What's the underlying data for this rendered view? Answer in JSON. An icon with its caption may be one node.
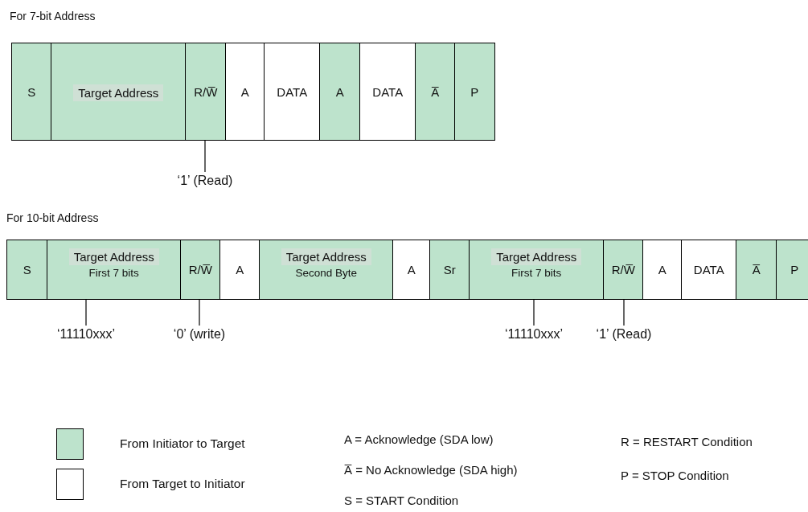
{
  "diagram": {
    "nodes": [
      {
        "text": [
          "S"
        ]
      },
      {
        "text": [
          "Target Address"
        ]
      },
      {
        "text": [
          "R/W̅"
        ]
      },
      {
        "text": [
          "A"
        ]
      },
      {
        "text": [
          "DATA"
        ]
      },
      {
        "text": [
          "A"
        ]
      },
      {
        "text": [
          "DATA"
        ]
      },
      {
        "text": [
          "A̅"
        ]
      },
      {
        "text": [
          "P"
        ]
      },
      {
        "text": [
          "‘1’ (Read)"
        ]
      },
      {
        "text": [
          "S"
        ]
      },
      {
        "text": [
          "Target Address",
          "First 7 bits"
        ]
      },
      {
        "text": [
          "R/W̅"
        ]
      },
      {
        "text": [
          "A"
        ]
      },
      {
        "text": [
          "Target Address",
          "Second Byte"
        ]
      },
      {
        "text": [
          "A"
        ]
      },
      {
        "text": [
          "Sr"
        ]
      },
      {
        "text": [
          "Target Address",
          "First 7 bits"
        ]
      },
      {
        "text": [
          "R/W̅"
        ]
      },
      {
        "text": [
          "A"
        ]
      },
      {
        "text": [
          "DATA"
        ]
      },
      {
        "text": [
          "A̅"
        ]
      },
      {
        "text": [
          "P"
        ]
      },
      {
        "text": [
          "‘11110xxx’"
        ]
      },
      {
        "text": [
          "‘0’ (write)"
        ]
      },
      {
        "text": [
          "‘11110xxx’"
        ]
      },
      {
        "text": [
          "‘1’ (Read)"
        ]
      }
    ],
    "edges": [
      {
        "from": 9,
        "to": 2,
        "arrow": "none"
      },
      {
        "from": 23,
        "to": 11,
        "arrow": "none"
      },
      {
        "from": 24,
        "to": 12,
        "arrow": "none"
      },
      {
        "from": 25,
        "to": 17,
        "arrow": "none"
      },
      {
        "from": 26,
        "to": 18,
        "arrow": "none"
      }
    ],
    "labels": [
      "For 7-bit Address",
      "For 10-bit Address",
      "A = Acknowledge (SDA low)",
      "A̅ = No Acknowledge (SDA high)",
      "S = START Condition",
      "R = RESTART Condition",
      "P = STOP Condition"
    ],
    "legend": [
      {
        "text": "From Initiator to Target",
        "color": "#bde3cc"
      },
      {
        "text": "From Target to Initiator",
        "color": "#ffffff"
      }
    ]
  }
}
